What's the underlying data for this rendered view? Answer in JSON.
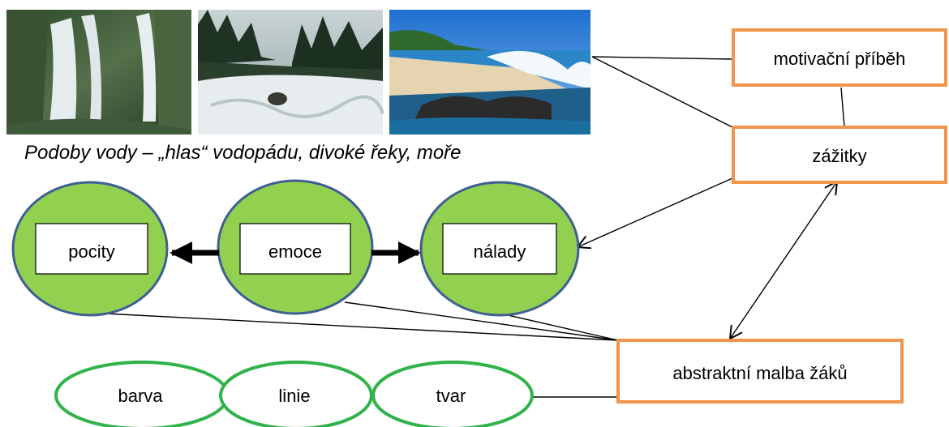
{
  "photos": [
    {
      "name": "waterfall",
      "colors": [
        "#2f4a2c",
        "#d9e3e6",
        "#6d7f62"
      ]
    },
    {
      "name": "wild-river",
      "colors": [
        "#5c6f63",
        "#e8eef0",
        "#1f3324"
      ]
    },
    {
      "name": "sea-shore",
      "colors": [
        "#1f6fb5",
        "#e8d7b6",
        "#2b2b2b"
      ]
    }
  ],
  "caption": "Podoby vody – „hlas“ vodopádu, divoké řeky, moře",
  "boxes": {
    "motivacni_pribeh": "motivační příběh",
    "zazitky": "zážitky",
    "abstraktni_malba": "abstraktní malba žáků"
  },
  "green_nodes": {
    "pocity": "pocity",
    "emoce": "emoce",
    "nalady": "nálady"
  },
  "outline_ellipses": {
    "barva": "barva",
    "linie": "linie",
    "tvar": "tvar"
  },
  "colors": {
    "box_border": "#f0954a",
    "green_fill": "#92d050",
    "green_stroke": "#3f5f93",
    "outline_green": "#2fb34a"
  }
}
